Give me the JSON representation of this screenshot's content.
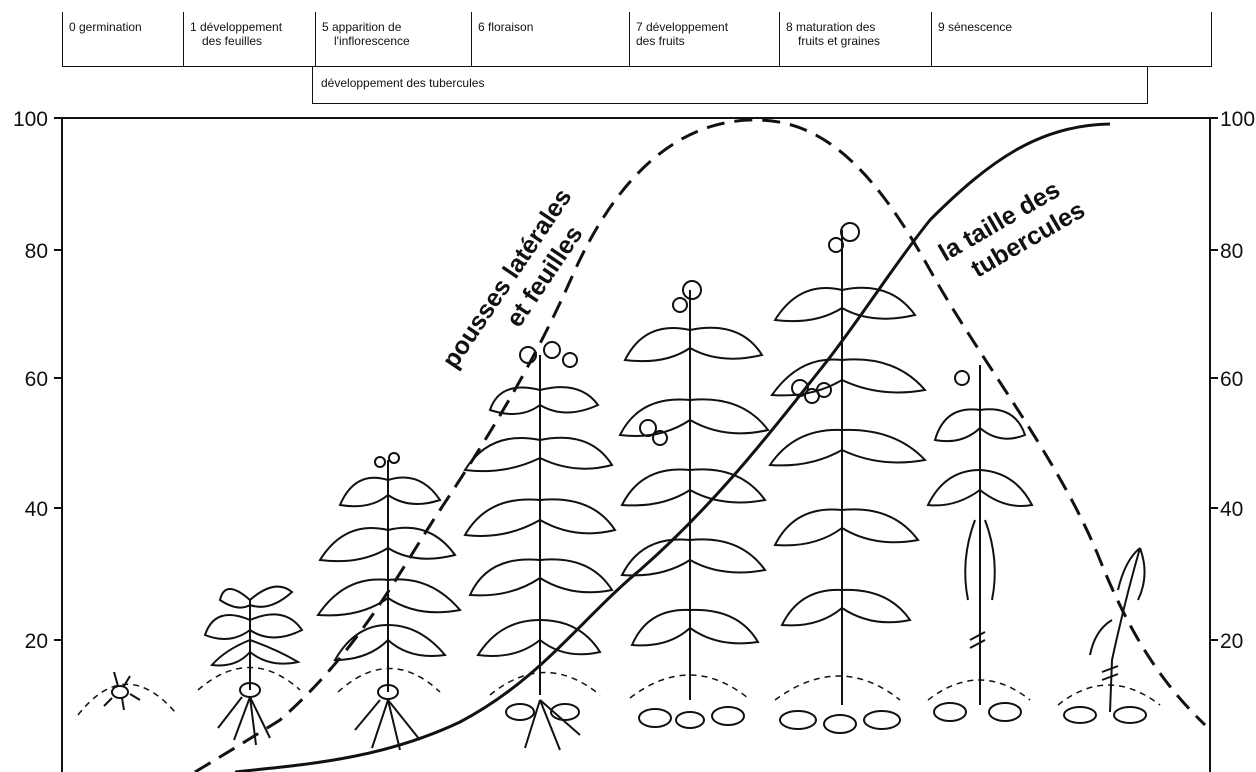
{
  "stages": [
    {
      "line1": "0 germination",
      "line2": ""
    },
    {
      "line1": "1 développement",
      "line2": "des feuilles"
    },
    {
      "line1": "5 apparition de",
      "line2": "l'inflorescence"
    },
    {
      "line1": "6 floraison",
      "line2": ""
    },
    {
      "line1": "7 développement",
      "line2": "des fruits"
    },
    {
      "line1": "8 maturation des",
      "line2": "fruits et graines"
    },
    {
      "line1": "9 sénescence",
      "line2": ""
    }
  ],
  "tuber_phase": "développement des tubercules",
  "axis": {
    "left_ticks": [
      "100",
      "80",
      "60",
      "40",
      "20"
    ],
    "right_ticks": [
      "100",
      "80",
      "60",
      "40",
      "20"
    ]
  },
  "curves": {
    "foliage": {
      "line1": "pousses latérales",
      "line2": "et feuilles",
      "style": "dashed"
    },
    "tubers": {
      "line1": "la taille des",
      "line2": "tubercules",
      "style": "solid"
    }
  },
  "plants": [
    {
      "icon": "seed-sprout-icon"
    },
    {
      "icon": "young-plant-icon"
    },
    {
      "icon": "budding-plant-icon"
    },
    {
      "icon": "flowering-plant-icon"
    },
    {
      "icon": "fruiting-plant-icon"
    },
    {
      "icon": "mature-plant-icon"
    },
    {
      "icon": "senescent-plant-icon"
    },
    {
      "icon": "dying-plant-icon"
    }
  ]
}
